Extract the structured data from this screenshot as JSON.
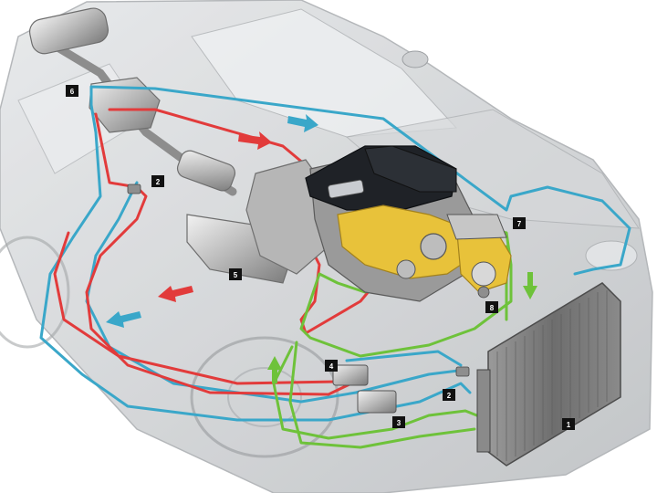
{
  "diagram": {
    "colors": {
      "hot_circuit": "#e23b3b",
      "cold_circuit": "#3aa7c9",
      "green_circuit": "#6ec23a",
      "engine_block": "#e8c23a",
      "label_bg": "#111111",
      "label_text": "#ffffff",
      "car_body": "#c9cbcd"
    },
    "labels": [
      {
        "id": "1",
        "text": "1"
      },
      {
        "id": "2a",
        "text": "2"
      },
      {
        "id": "2b",
        "text": "2"
      },
      {
        "id": "3",
        "text": "3"
      },
      {
        "id": "4",
        "text": "4"
      },
      {
        "id": "5",
        "text": "5"
      },
      {
        "id": "6",
        "text": "6"
      },
      {
        "id": "7",
        "text": "7"
      },
      {
        "id": "8",
        "text": "8"
      }
    ],
    "arrows": [
      {
        "name": "red-arrow-forward",
        "color": "hot_circuit"
      },
      {
        "name": "cyan-arrow-forward",
        "color": "cold_circuit"
      },
      {
        "name": "red-arrow-rear",
        "color": "hot_circuit"
      },
      {
        "name": "cyan-arrow-rear",
        "color": "cold_circuit"
      },
      {
        "name": "green-arrow-up",
        "color": "green_circuit"
      },
      {
        "name": "green-arrow-down",
        "color": "green_circuit"
      }
    ]
  }
}
